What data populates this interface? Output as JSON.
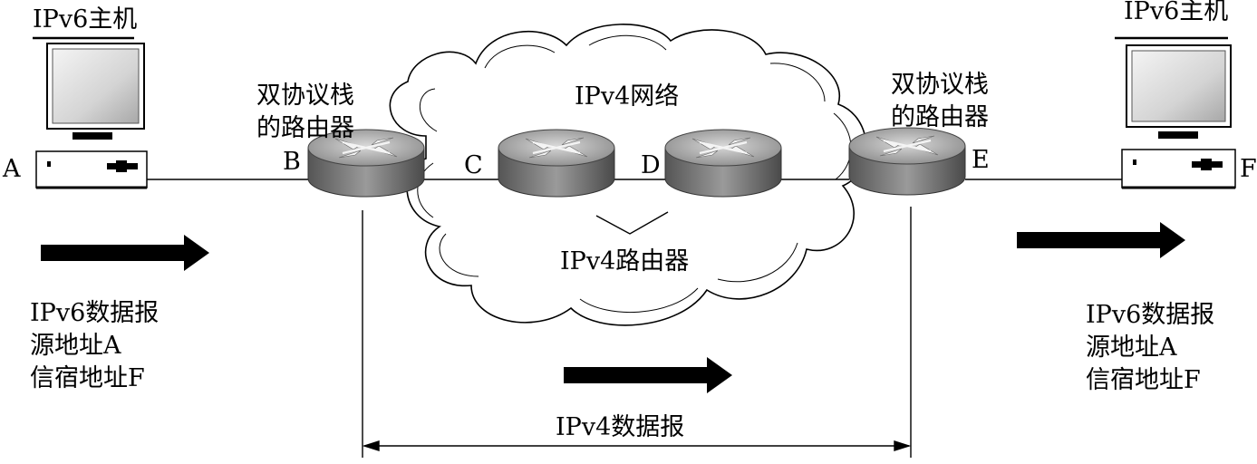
{
  "hosts": {
    "left": {
      "title": "IPv6主机",
      "port": "A"
    },
    "right": {
      "title": "IPv6主机",
      "port": "F"
    }
  },
  "routers": {
    "dual_left": {
      "caption_line1": "双协议栈",
      "caption_line2": "的路由器",
      "port": "B"
    },
    "dual_right": {
      "caption_line1": "双协议栈",
      "caption_line2": "的路由器",
      "port": "E"
    },
    "ipv4_left": {
      "port": "C"
    },
    "ipv4_right": {
      "port": "D"
    }
  },
  "network": {
    "cloud_label": "IPv4网络",
    "ipv4_router_label": "IPv4路由器"
  },
  "datagrams": {
    "left": {
      "line1": "IPv6数据报",
      "line2": "源地址A",
      "line3": "信宿地址F"
    },
    "right": {
      "line1": "IPv6数据报",
      "line2": "源地址A",
      "line3": "信宿地址F"
    },
    "tunnel": "IPv4数据报"
  },
  "colors": {
    "router_body": "#8a8a8a",
    "router_top": "#b4b4b4",
    "monitor_screen": "#c8c8c8",
    "ink": "#000000"
  }
}
